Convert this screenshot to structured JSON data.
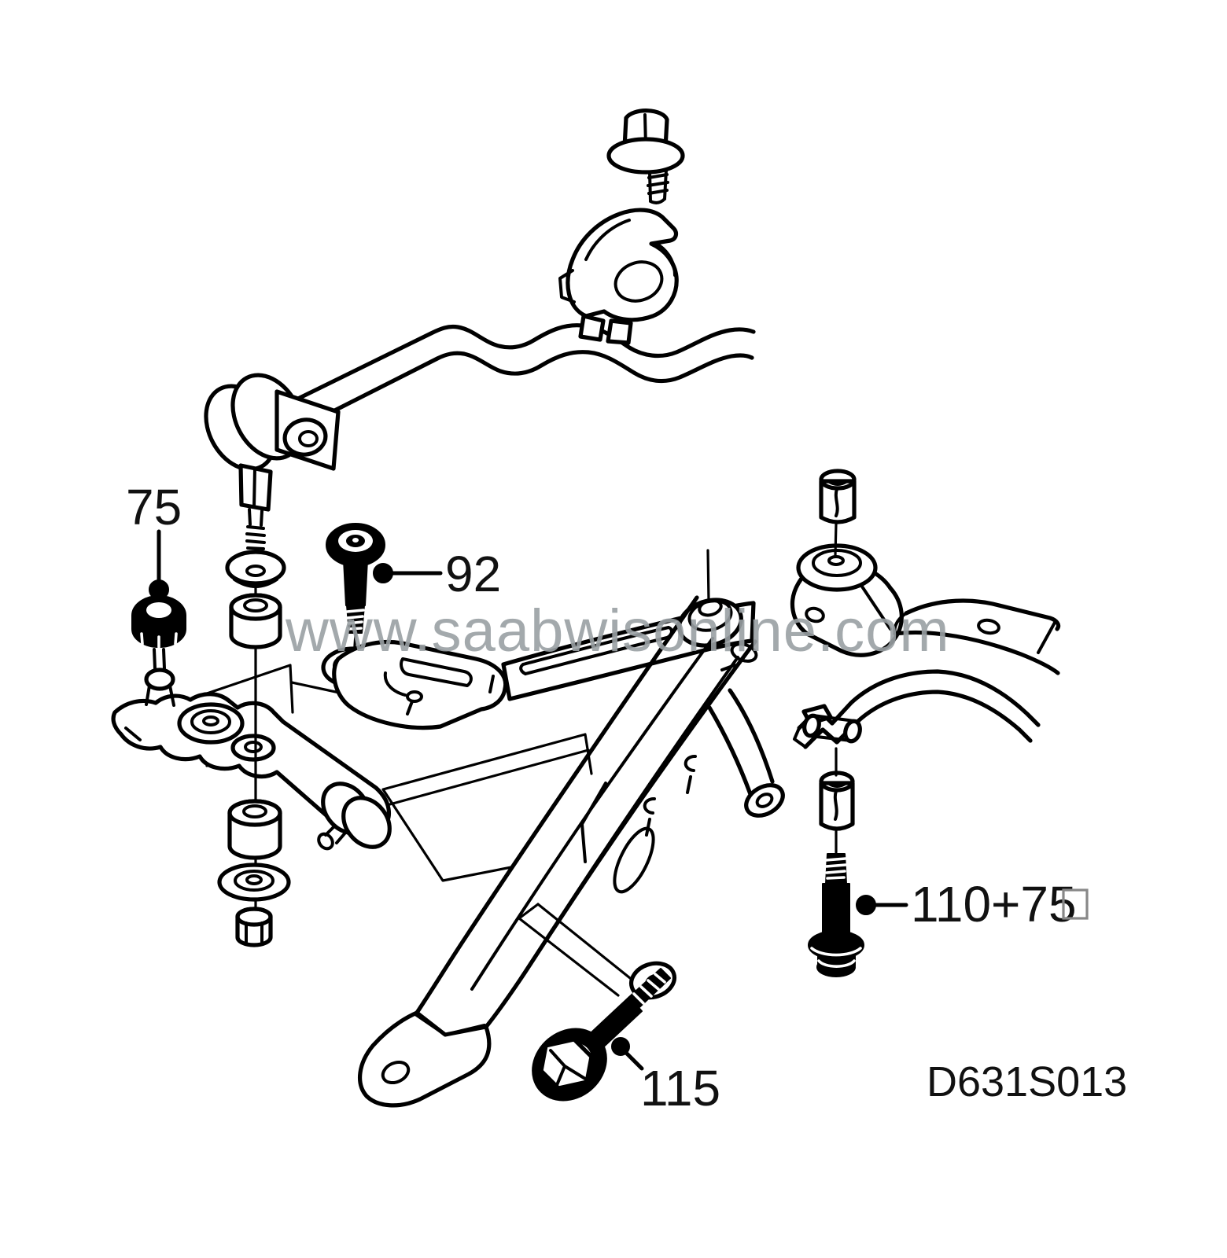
{
  "page": {
    "background": "#ffffff",
    "line_color": "#000000",
    "label_color": "#111111",
    "watermark_color": "#9aa0a4"
  },
  "watermark": {
    "text": "www.saabwisonline.com"
  },
  "diagram": {
    "code": "D631S013",
    "callouts": [
      {
        "label": "75",
        "points_to": "stabilizer-link-locknut"
      },
      {
        "label": "92",
        "points_to": "control-arm-front-bolt"
      },
      {
        "label": "110+75",
        "suffix_symbol": "square-outline",
        "points_to": "subframe-rear-bolt"
      },
      {
        "label": "115",
        "points_to": "subframe-front-bolt"
      }
    ]
  }
}
